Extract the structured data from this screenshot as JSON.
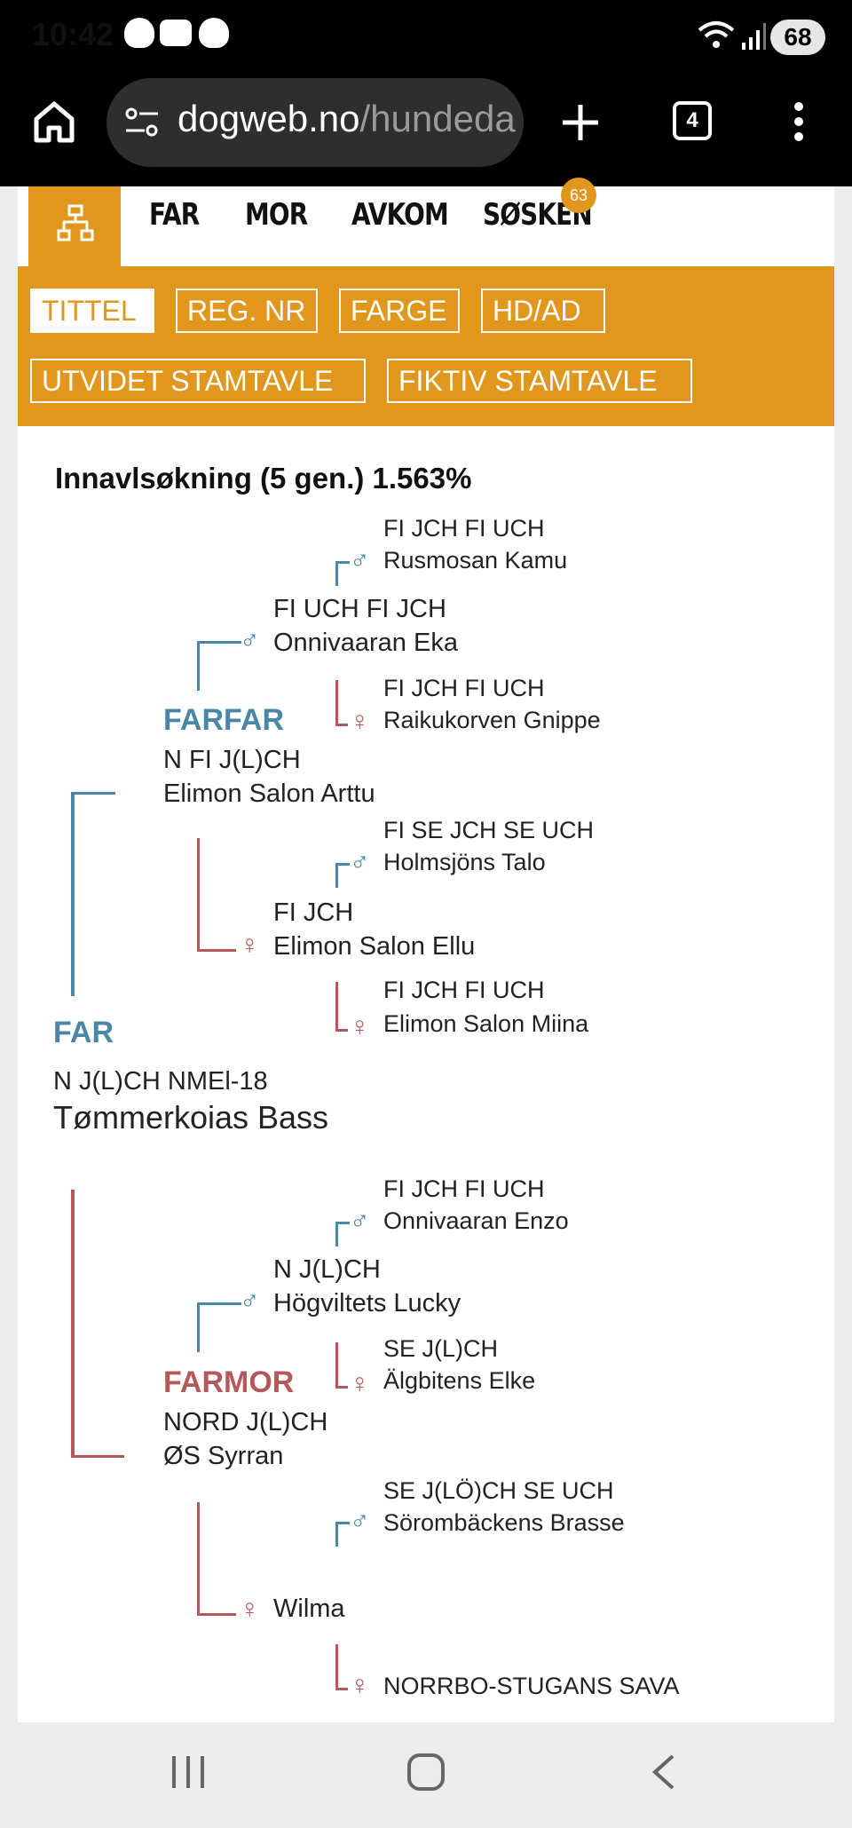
{
  "status_bar": {
    "time": "10:42",
    "battery": "68"
  },
  "browser": {
    "url_domain": "dogweb.no",
    "url_rest": "/hundeda",
    "tab_count": "4"
  },
  "tabs": [
    {
      "label": "FAR"
    },
    {
      "label": "MOR"
    },
    {
      "label": "AVKOM"
    },
    {
      "label": "SØSKEN"
    }
  ],
  "siblings_badge": "63",
  "chips": {
    "tittel": "TITTEL",
    "reg_nr": "REG. NR",
    "farge": "FARGE",
    "hd_ad": "HD/AD",
    "utvidet": "UTVIDET STAMTAVLE",
    "fiktiv": "FIKTIV STAMTAVLE"
  },
  "inbreeding": "Innavlsøkning (5 gen.) 1.563%",
  "symbols": {
    "male": "♂",
    "female": "♀"
  },
  "pedigree": {
    "far": {
      "label": "FAR",
      "title": "N J(L)CH NMEl-18",
      "name": "Tømmerkoias Bass"
    },
    "farfar": {
      "label": "FARFAR",
      "title": "N FI J(L)CH",
      "name": "Elimon Salon Arttu"
    },
    "farmor": {
      "label": "FARMOR",
      "title": "NORD J(L)CH",
      "name": "ØS Syrran"
    },
    "g3_1": {
      "title": "FI UCH FI JCH",
      "name": "Onnivaaran Eka"
    },
    "g3_2": {
      "title": "FI JCH",
      "name": "Elimon Salon Ellu"
    },
    "g3_3": {
      "title": "N J(L)CH",
      "name": "Högviltets Lucky"
    },
    "g3_4": {
      "title": "",
      "name": "Wilma"
    },
    "g4_1": {
      "title": "FI JCH FI UCH",
      "name": "Rusmosan Kamu"
    },
    "g4_2": {
      "title": "FI JCH FI UCH",
      "name": "Raikukorven Gnippe"
    },
    "g4_3": {
      "title": "FI SE JCH SE UCH",
      "name": "Holmsjöns Talo"
    },
    "g4_4": {
      "title": "FI JCH FI UCH",
      "name": "Elimon Salon Miina"
    },
    "g4_5": {
      "title": "FI JCH FI UCH",
      "name": "Onnivaaran Enzo"
    },
    "g4_6": {
      "title": "SE J(L)CH",
      "name": "Älgbitens Elke"
    },
    "g4_7": {
      "title": "SE J(LÖ)CH SE UCH",
      "name": "Sörombäckens Brasse"
    },
    "g4_8": {
      "title": "",
      "name": "NORRBO-STUGANS SAVA"
    }
  }
}
